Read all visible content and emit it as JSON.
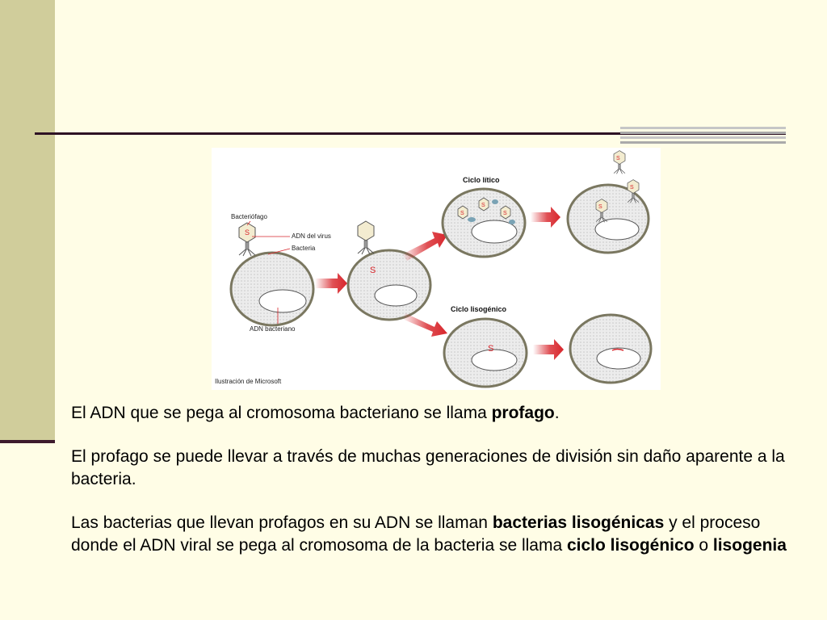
{
  "diagram": {
    "labels": {
      "bacteriophage": "Bacteriófago",
      "viral_dna": "ADN del virus",
      "bacterium": "Bacteria",
      "bacterial_dna": "ADN bacteriano",
      "lytic_cycle": "Ciclo lítico",
      "lysogenic_cycle": "Ciclo lisogénico",
      "credit": "Ilustración de Microsoft"
    },
    "viral_dna_mark": "S",
    "colors": {
      "arrow": "#d8252b",
      "cell_border": "#7a7760",
      "cell_fill": "#ececec"
    }
  },
  "text": {
    "p1": {
      "t1": "El ADN que se pega al cromosoma bacteriano se llama ",
      "b1": "profago",
      "t2": "."
    },
    "p2": {
      "t1": "El profago se puede llevar a través de muchas generaciones de división sin daño aparente a la bacteria."
    },
    "p3": {
      "t1": "Las bacterias que llevan profagos en su ADN se llaman ",
      "b1": "bacterias lisogénicas",
      "t2": " y el proceso donde el ADN viral se pega al cromosoma de la bacteria se llama ",
      "b2": "ciclo lisogénico",
      "t3": " o ",
      "b3": "lisogenia"
    }
  }
}
